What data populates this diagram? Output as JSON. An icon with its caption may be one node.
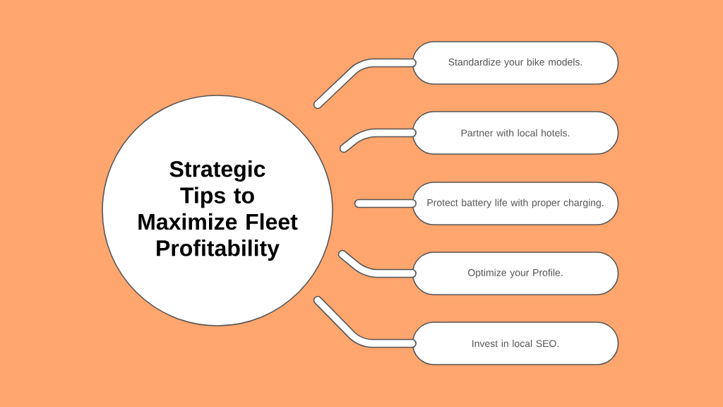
{
  "diagram": {
    "nodes": [
      {
        "text": [
          "Strategic Tips to Maximize Fleet Profitability"
        ]
      },
      {
        "text": [
          "Standardize your bike models."
        ]
      },
      {
        "text": [
          "Partner with local hotels."
        ]
      },
      {
        "text": [
          "Protect battery life with proper charging."
        ]
      },
      {
        "text": [
          "Optimize your Profile."
        ]
      },
      {
        "text": [
          "Invest in local SEO."
        ]
      }
    ],
    "edges": [
      {
        "from": null,
        "to": 1,
        "arrow": "none"
      },
      {
        "from": null,
        "to": 2,
        "arrow": "none"
      },
      {
        "from": null,
        "to": 3,
        "arrow": "none"
      },
      {
        "from": null,
        "to": 4,
        "arrow": "none"
      },
      {
        "from": null,
        "to": 5,
        "arrow": "none"
      }
    ]
  }
}
